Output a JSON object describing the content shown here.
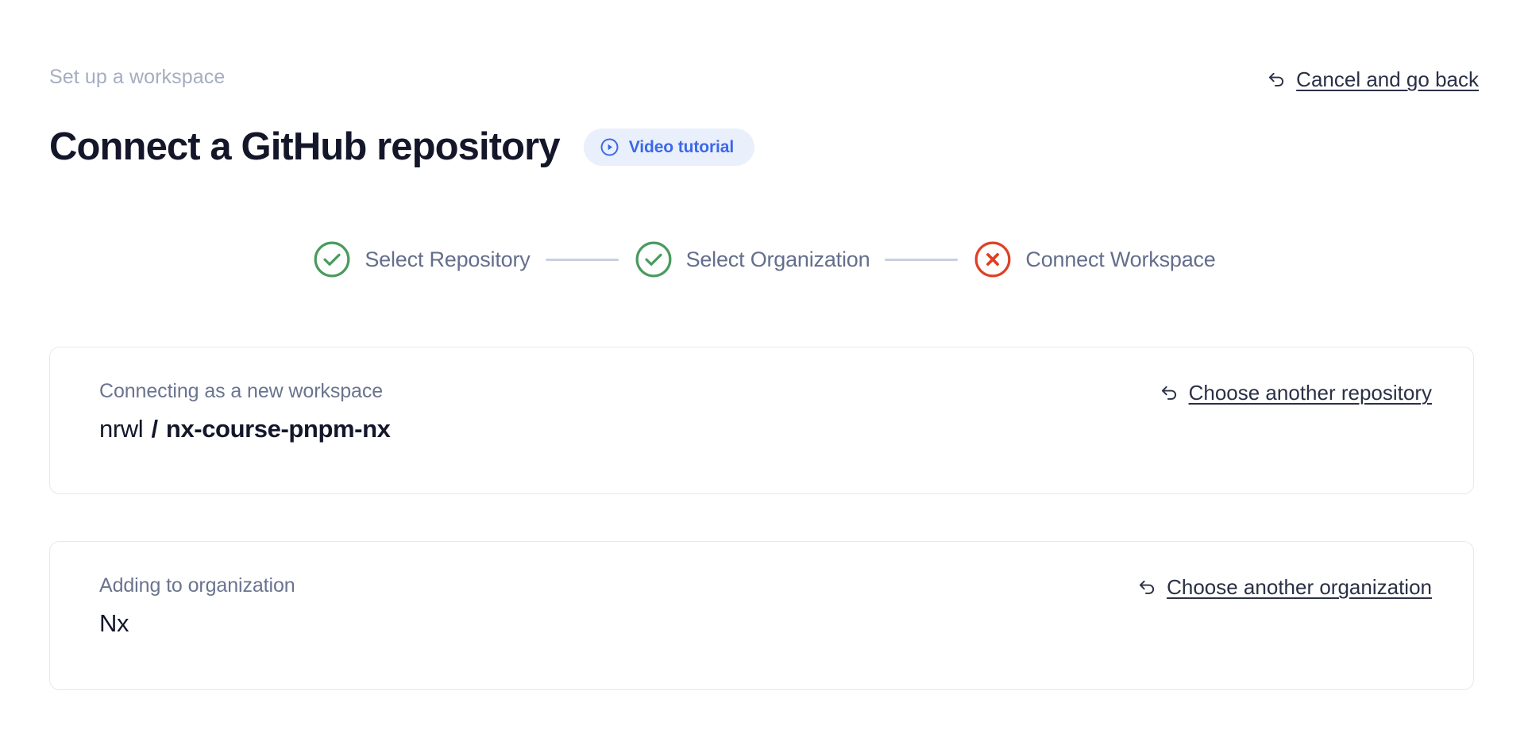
{
  "header": {
    "eyebrow": "Set up a workspace",
    "title": "Connect a GitHub repository",
    "video_tutorial_label": "Video tutorial",
    "video_tutorial_icon": "play-circle-icon",
    "cancel_label": "Cancel and go back",
    "cancel_icon": "undo-arrow-icon"
  },
  "stepper": {
    "steps": [
      {
        "label": "Select Repository",
        "state": "complete",
        "icon": "check-circle-icon"
      },
      {
        "label": "Select Organization",
        "state": "complete",
        "icon": "check-circle-icon"
      },
      {
        "label": "Connect Workspace",
        "state": "error",
        "icon": "x-circle-icon"
      }
    ]
  },
  "cards": [
    {
      "label": "Connecting as a new workspace",
      "owner": "nrwl",
      "separator": "/",
      "name": "nx-course-pnpm-nx",
      "link_label": "Choose another repository",
      "link_icon": "undo-arrow-icon"
    },
    {
      "label": "Adding to organization",
      "value": "Nx",
      "link_label": "Choose another organization",
      "link_icon": "undo-arrow-icon"
    }
  ],
  "colors": {
    "accent_blue": "#3b68e8",
    "pill_background": "#eaeffc",
    "success_green": "#4a9b5e",
    "error_red": "#dd4126",
    "title_dark": "#141729",
    "muted_text": "#6b748f",
    "eyebrow_text": "#a5adc1",
    "card_border": "#e8e7f0",
    "connector_line": "#c9cfe0"
  }
}
